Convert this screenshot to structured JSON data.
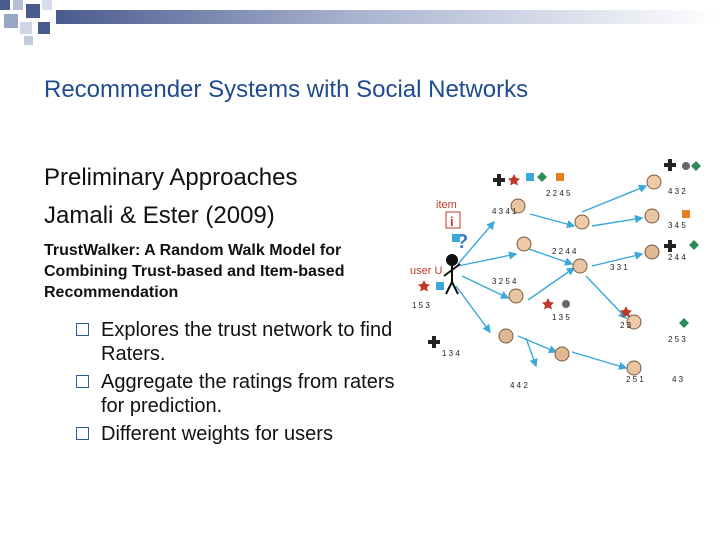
{
  "slide": {
    "title": "Recommender Systems with Social Networks",
    "heading_1": "Preliminary Approaches",
    "heading_2": "Jamali & Ester (2009)",
    "subtitle": "TrustWalker: A Random Walk Model for Combining Trust-based and Item-based Recommendation",
    "bullets": [
      "Explores the trust network to find Raters.",
      "Aggregate the ratings from raters for prediction.",
      "Different weights for users"
    ]
  },
  "figure": {
    "item_label": "item",
    "item_id": "i",
    "user_label": "user U",
    "rating_groups": [
      "2 2 4 5",
      "4 3 2",
      "4 3 4 1",
      "3 4 5",
      "2 2 4 4",
      "3 3 1",
      "2 4 4",
      "3 2 5 4",
      "1 3 5",
      "2 3",
      "2 5 3",
      "1 3 4",
      "4 4 2",
      "2 5 1",
      "4 3",
      "1 5 3"
    ]
  },
  "colors": {
    "title": "#1f4b8f",
    "bar_dark": "#4a5b8e",
    "checkbox": "#2e5d9e",
    "arrow": "#3aa8d8",
    "item_text": "#c0392b"
  }
}
